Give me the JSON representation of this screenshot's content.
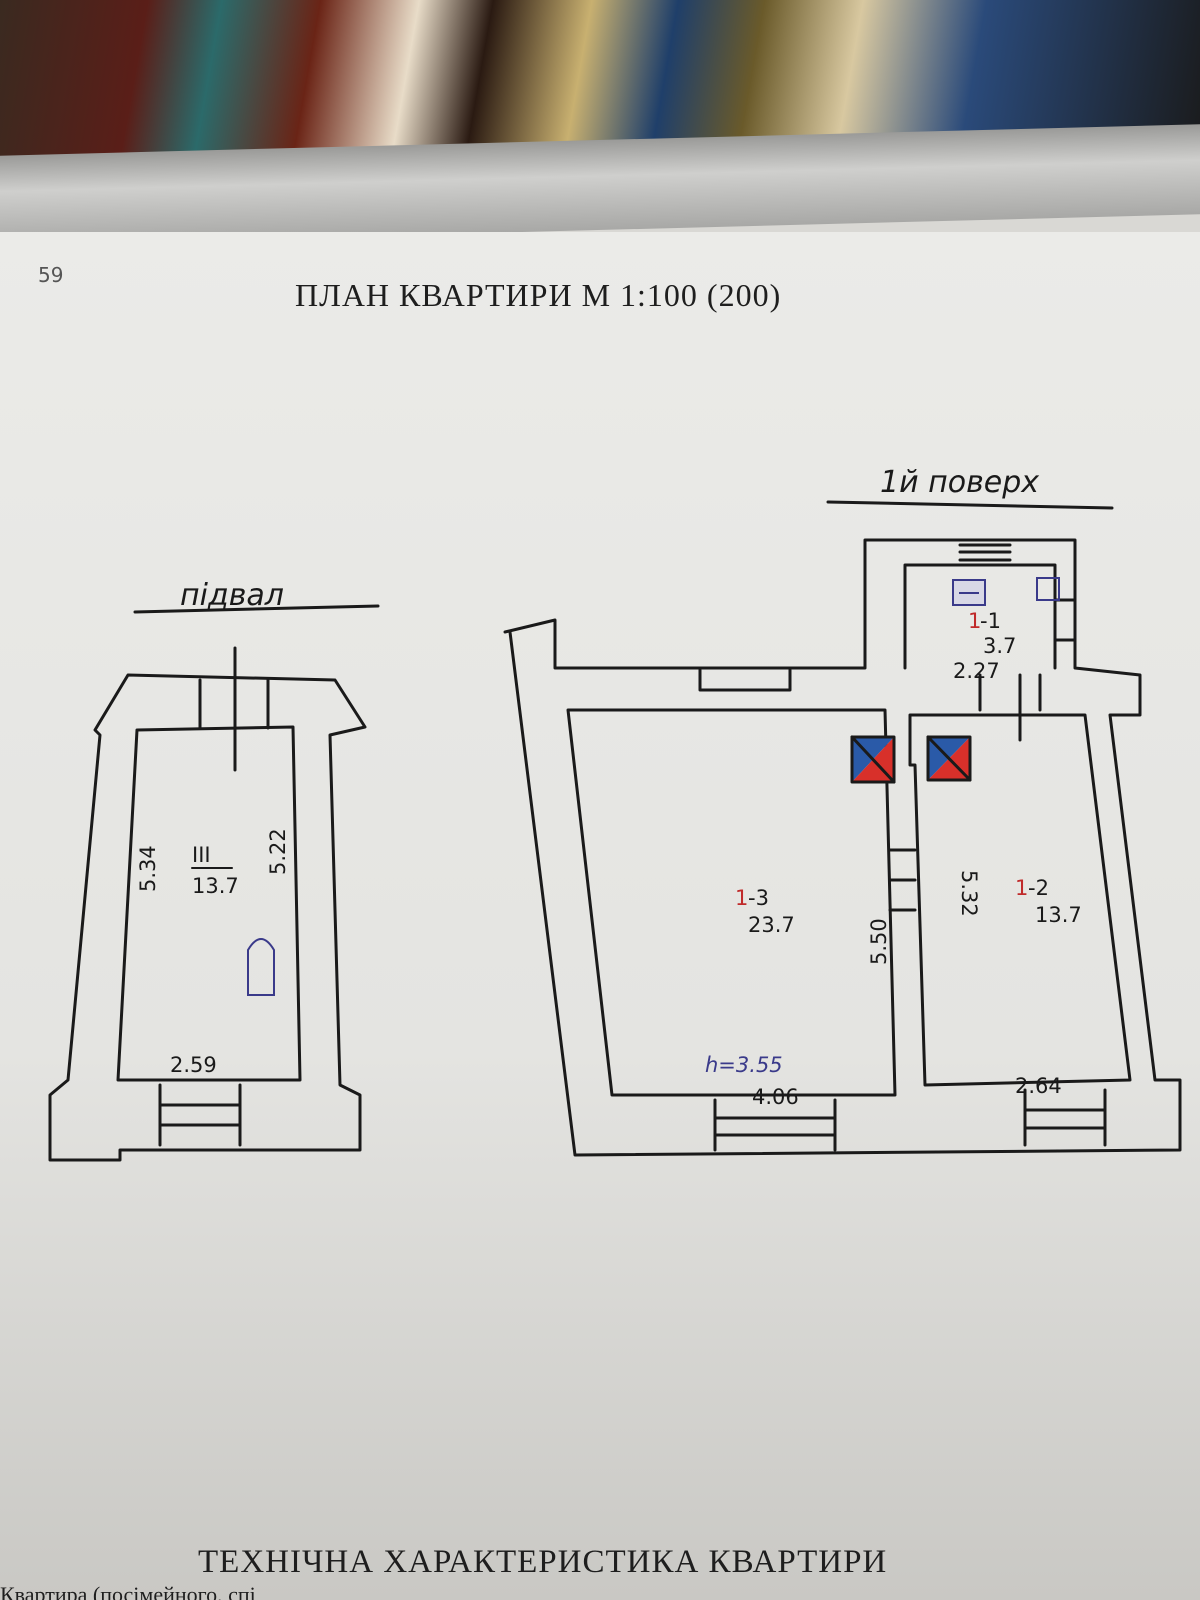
{
  "page_number": "59",
  "title": "ПЛАН  КВАРТИРИ  М 1:100 (200)",
  "basement": {
    "label": "підвал",
    "room_id": "ІІІ",
    "area": "13.7",
    "dim_left": "5.34",
    "dim_right": "5.22",
    "dim_bottom": "2.59"
  },
  "first_floor": {
    "label": "1й поверх",
    "rooms": [
      {
        "prefix": "1",
        "id": "-1",
        "area": "3.7",
        "width": "2.27"
      },
      {
        "prefix": "1",
        "id": "-2",
        "area": "13.7",
        "width": "2.64",
        "length": "5.32"
      },
      {
        "prefix": "1",
        "id": "-3",
        "area": "23.7",
        "width": "4.06",
        "length": "5.50"
      }
    ],
    "height": "h=3.55"
  },
  "colors": {
    "vent_red": "#d8302a",
    "vent_blue": "#2a5aa8",
    "fixture": "#3a3a8a",
    "prefix_red": "#c02a2a"
  },
  "footer": {
    "heading": "ТЕХНІЧНА ХАРАКТЕРИСТИКА КВАРТИРИ",
    "partial_text": "Квартира (посімейного, спі"
  }
}
